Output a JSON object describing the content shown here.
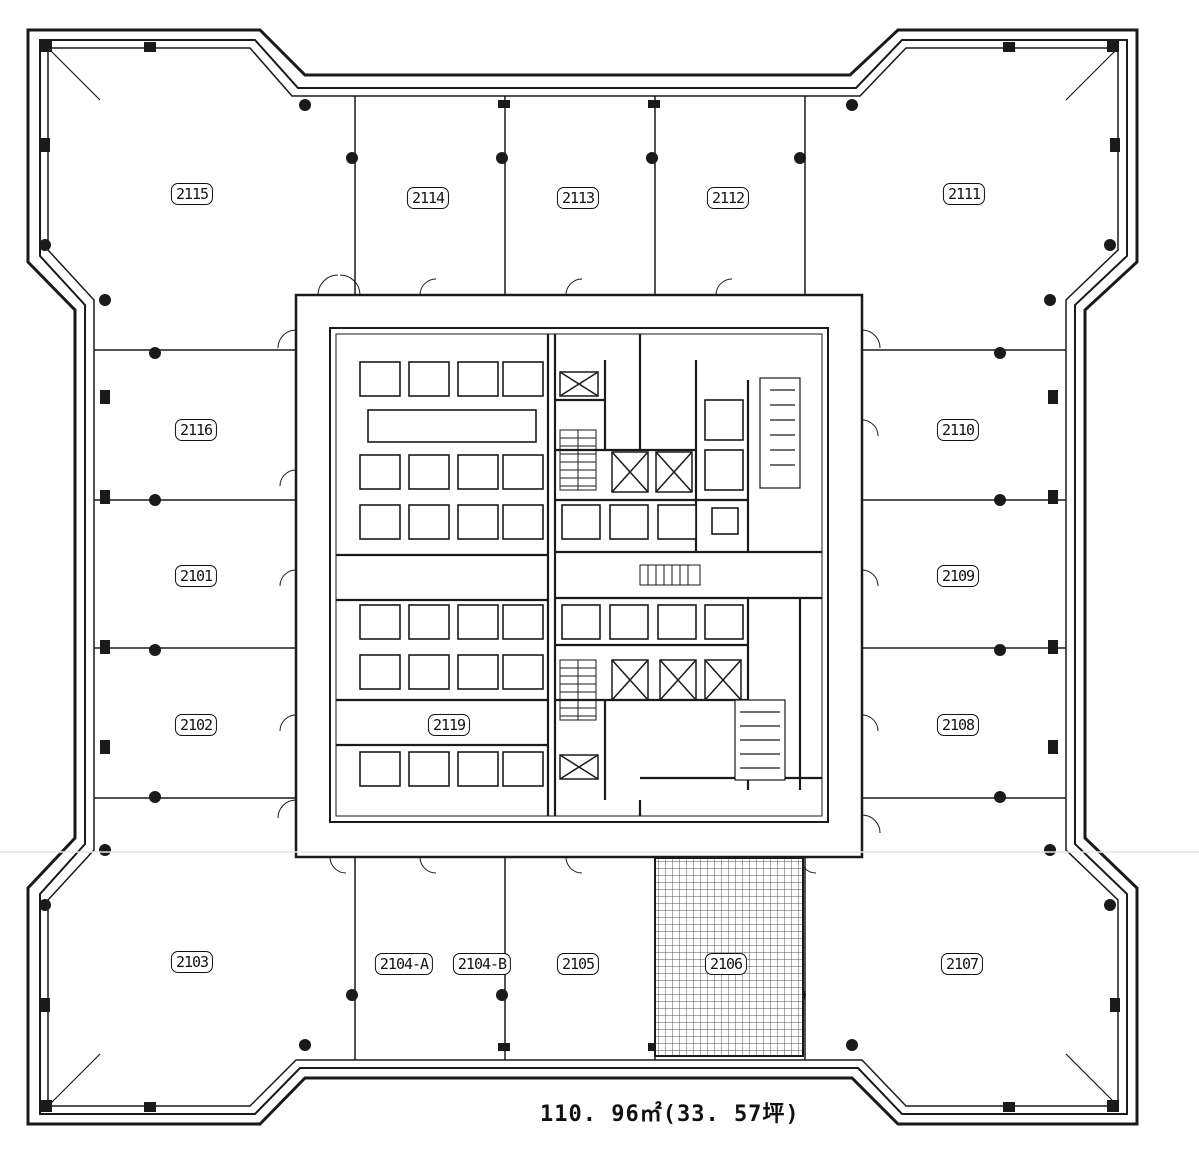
{
  "plan": {
    "units": [
      {
        "id": "u2115",
        "label": "2115"
      },
      {
        "id": "u2114",
        "label": "2114"
      },
      {
        "id": "u2113",
        "label": "2113"
      },
      {
        "id": "u2112",
        "label": "2112"
      },
      {
        "id": "u2111",
        "label": "2111"
      },
      {
        "id": "u2116",
        "label": "2116"
      },
      {
        "id": "u2110",
        "label": "2110"
      },
      {
        "id": "u2101",
        "label": "2101"
      },
      {
        "id": "u2109",
        "label": "2109"
      },
      {
        "id": "u2102",
        "label": "2102"
      },
      {
        "id": "u2108",
        "label": "2108"
      },
      {
        "id": "u2119",
        "label": "2119"
      },
      {
        "id": "u2103",
        "label": "2103"
      },
      {
        "id": "u2104a",
        "label": "2104-A"
      },
      {
        "id": "u2104b",
        "label": "2104-B"
      },
      {
        "id": "u2105",
        "label": "2105"
      },
      {
        "id": "u2106",
        "label": "2106"
      },
      {
        "id": "u2107",
        "label": "2107"
      }
    ],
    "area": "110. 96㎡(33. 57坪)",
    "colors": {
      "line": "#1a1a1a",
      "hatch": "#555555",
      "paper": "#ffffff"
    }
  }
}
